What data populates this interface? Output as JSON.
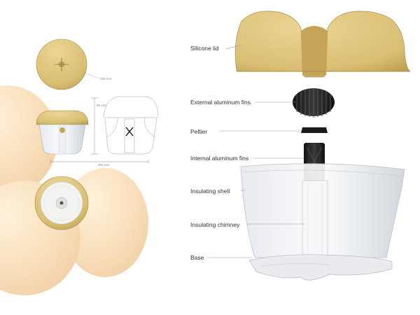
{
  "colors": {
    "lid": "#d9be73",
    "lid_shadow": "#b79a4f",
    "fins": "#1e1e1e",
    "shell": "#dfe3e8",
    "fruit": "#f0b35c",
    "leader": "#9a9a9a"
  },
  "parts": [
    {
      "id": "lid",
      "label": "Silicone lid"
    },
    {
      "id": "ext_fins",
      "label": "External aluminum fins"
    },
    {
      "id": "peltier",
      "label": "Peltier"
    },
    {
      "id": "int_fins",
      "label": "Internal aluminum fins"
    },
    {
      "id": "shell",
      "label": "Insulating shell"
    },
    {
      "id": "chimney",
      "label": "Insulating chimney"
    },
    {
      "id": "base",
      "label": "Base"
    }
  ],
  "dimensions": {
    "top_diameter": "100 mm",
    "height": "90 mm",
    "width": "250 mm"
  }
}
